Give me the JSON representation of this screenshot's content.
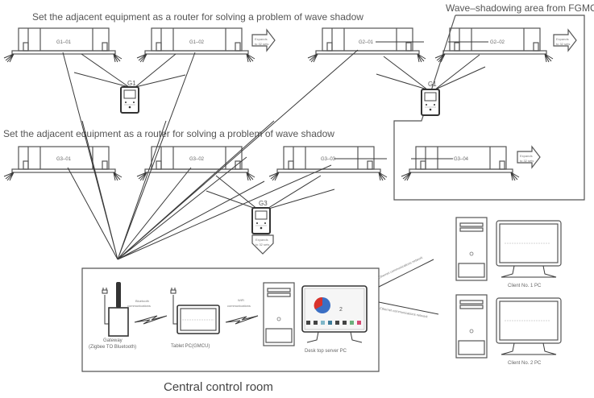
{
  "headings": {
    "router_note_top": "Set the adjacent equipment as a router for solving a problem of wave shadow",
    "router_note_mid": "Set the adjacent equipment as a router for solving a problem of wave shadow",
    "shadow_area": "Wave–shadowing area from FGMCU"
  },
  "units": [
    {
      "id": "G1-01",
      "label": "G1–01"
    },
    {
      "id": "G1-02",
      "label": "G1–02"
    },
    {
      "id": "G2-01",
      "label": "G2–01"
    },
    {
      "id": "G2-02",
      "label": "G2–02"
    },
    {
      "id": "G3-01",
      "label": "G3–01"
    },
    {
      "id": "G3-02",
      "label": "G3–02"
    },
    {
      "id": "G3-03",
      "label": "G3–03"
    },
    {
      "id": "G3-04",
      "label": "G3–04"
    }
  ],
  "controllers": [
    {
      "label": "G1"
    },
    {
      "label": "G1"
    },
    {
      "label": "G3"
    }
  ],
  "expand_arrows": [
    {
      "line1": "Expands",
      "line2": "to 32 sets"
    },
    {
      "line1": "Expands",
      "line2": "to 32 sets"
    },
    {
      "line1": "Expands",
      "line2": "to 32 sets"
    },
    {
      "line1": "Expands",
      "line2": "to 32 sets"
    }
  ],
  "control_room": {
    "title": "Central control room",
    "gateway_label_1": "Gateway",
    "gateway_label_2": "(Zigbee TO Bluetooth)",
    "bluetooth_1": "Bluetooth",
    "bluetooth_2": "communications",
    "tablet_label": "Tablet PC(GMCU)",
    "wifi_1": "WiFi",
    "wifi_2": "communications",
    "server_label": "Desk top server PC",
    "dashboard": {
      "value": "2",
      "pie_colors": [
        "#3b6fc4",
        "#d9322b"
      ]
    }
  },
  "clients": [
    {
      "label": "Client No. 1 PC",
      "link": "Ethernet communications network"
    },
    {
      "label": "Client No. 2 PC",
      "link": "Ethernet communications network"
    }
  ]
}
